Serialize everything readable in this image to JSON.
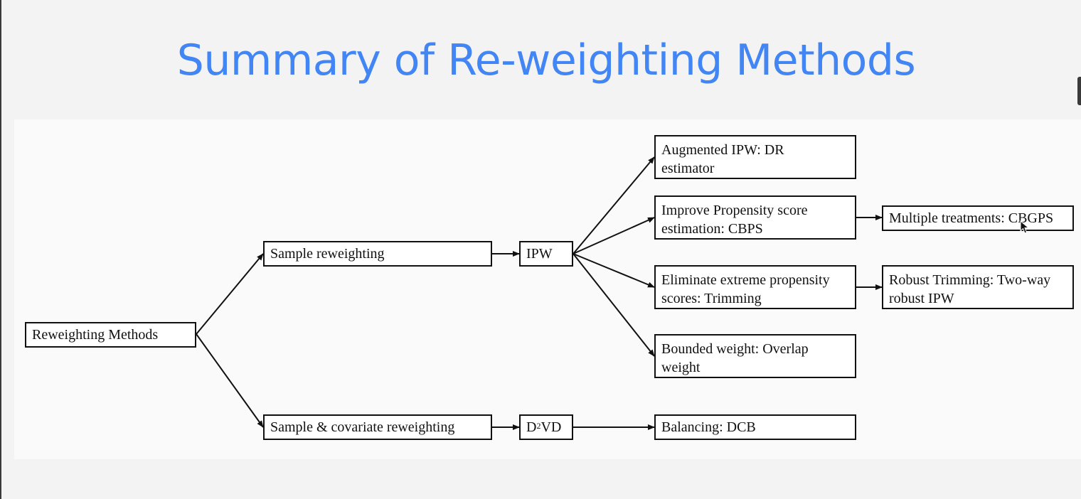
{
  "slide": {
    "title": "Summary of Re-weighting Methods"
  },
  "diagram": {
    "root": "Reweighting Methods",
    "sample_reweighting": "Sample reweighting",
    "ipw": "IPW",
    "sample_covariate": "Sample & covariate reweighting",
    "d2vd": {
      "prefix": "D",
      "sup": "2",
      "suffix": "VD"
    },
    "augmented": [
      "Augmented IPW:  DR",
      "estimator"
    ],
    "improve": [
      "Improve Propensity score",
      "estimation: CBPS"
    ],
    "eliminate": [
      "Eliminate extreme propensity",
      "scores: Trimming"
    ],
    "bounded": [
      "Bounded weight: Overlap",
      "weight"
    ],
    "balancing": "Balancing: DCB",
    "multiple": "Multiple treatments: CBGPS",
    "robust": [
      "Robust Trimming: Two-way",
      "robust IPW"
    ]
  }
}
